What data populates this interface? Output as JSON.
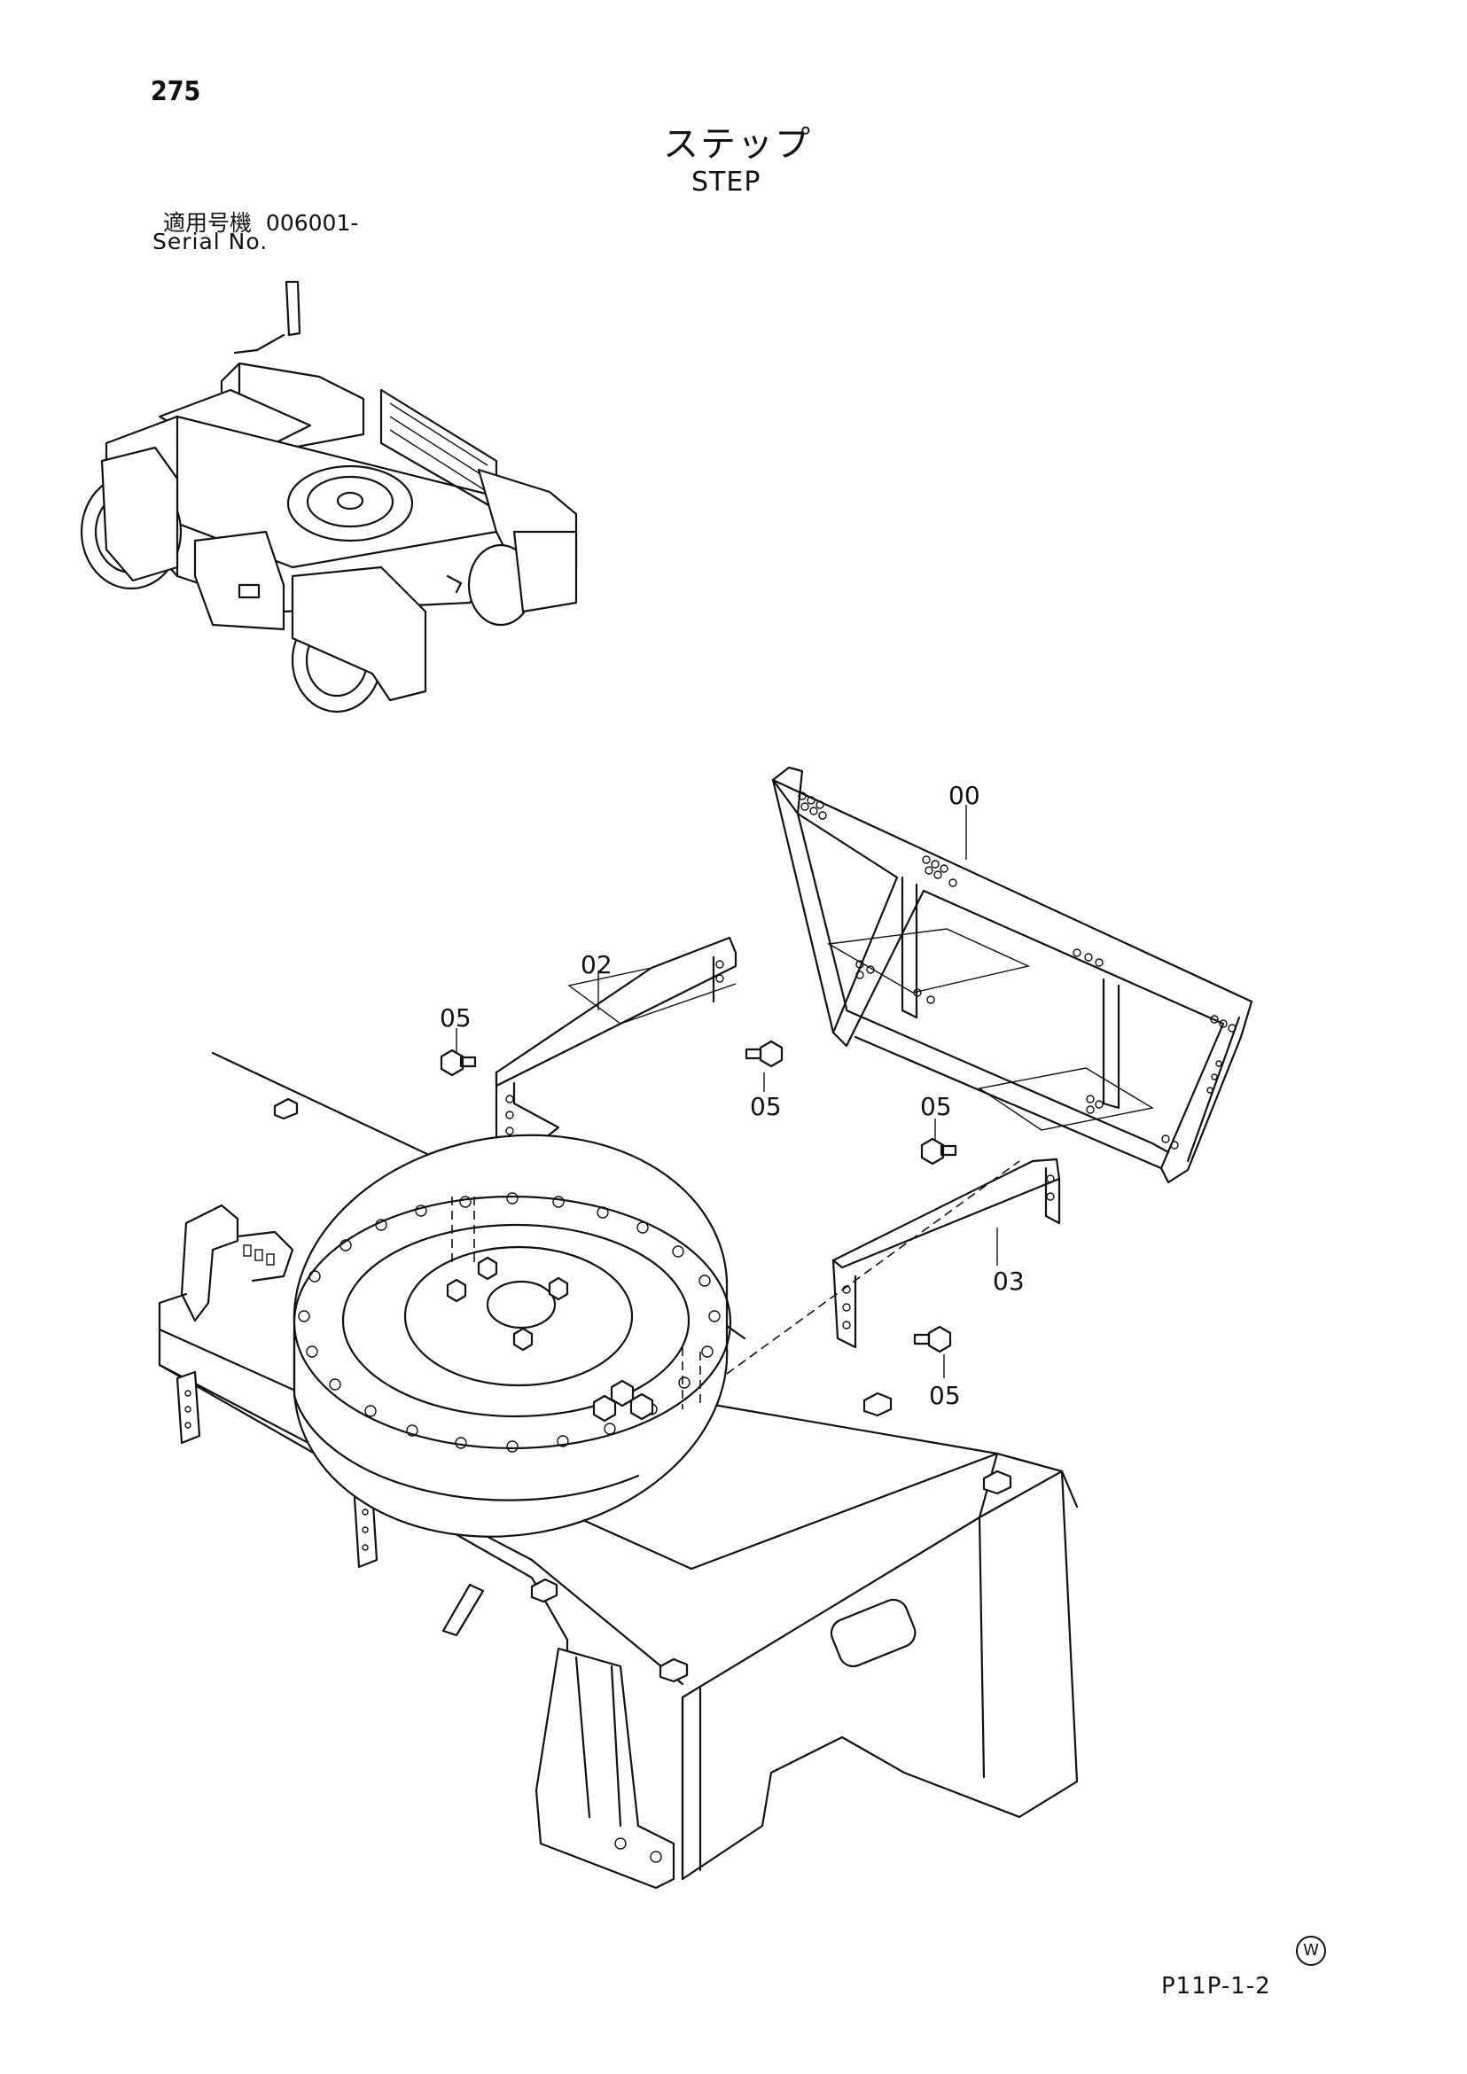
{
  "header": {
    "page_number": "275",
    "title_jp": "ステップ",
    "title_en": "STEP",
    "serial_label_jp": "適用号機",
    "serial_value": "006001-",
    "serial_label_en": "Serial No."
  },
  "callouts": {
    "c00": "00",
    "c02": "02",
    "c03": "03",
    "c05a": "05",
    "c05b": "05",
    "c05c": "05",
    "c05d": "05"
  },
  "footer": {
    "page_code": "P11P-1-2",
    "mark": "W"
  }
}
